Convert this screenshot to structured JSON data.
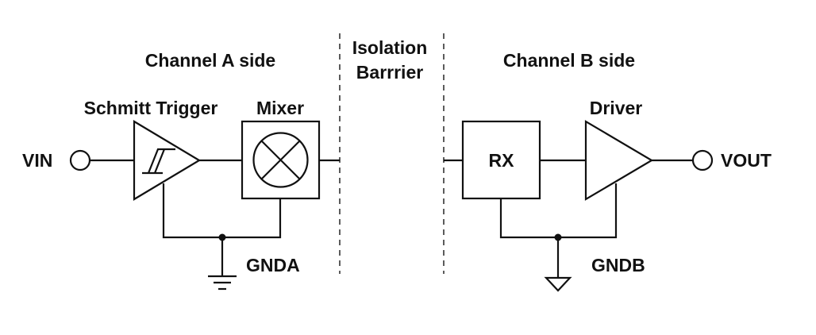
{
  "labels": {
    "channel_a": "Channel A side",
    "isolation_line1": "Isolation",
    "isolation_line2": "Barrrier",
    "channel_b": "Channel B side",
    "schmitt": "Schmitt Trigger",
    "mixer": "Mixer",
    "driver": "Driver",
    "rx": "RX",
    "vin": "VIN",
    "vout": "VOUT",
    "gnda": "GNDA",
    "gndb": "GNDB"
  },
  "colors": {
    "ink": "#111111",
    "background": "#ffffff"
  },
  "icons": {
    "schmitt": "schmitt-trigger-symbol",
    "mixer": "mixer-cross-circle",
    "ground_a": "earth-ground",
    "ground_b": "signal-ground-triangle"
  }
}
